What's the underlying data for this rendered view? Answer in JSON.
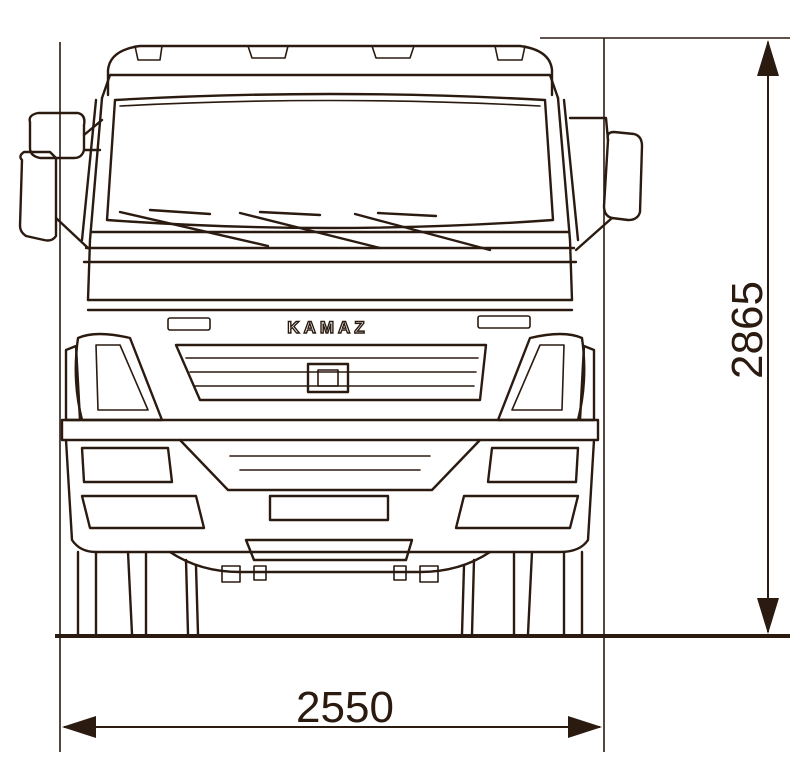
{
  "drawing": {
    "brand": "KAMAZ",
    "width_label": "2550",
    "height_label": "2865"
  },
  "colors": {
    "line": "#2a1a10",
    "background": "#ffffff"
  }
}
